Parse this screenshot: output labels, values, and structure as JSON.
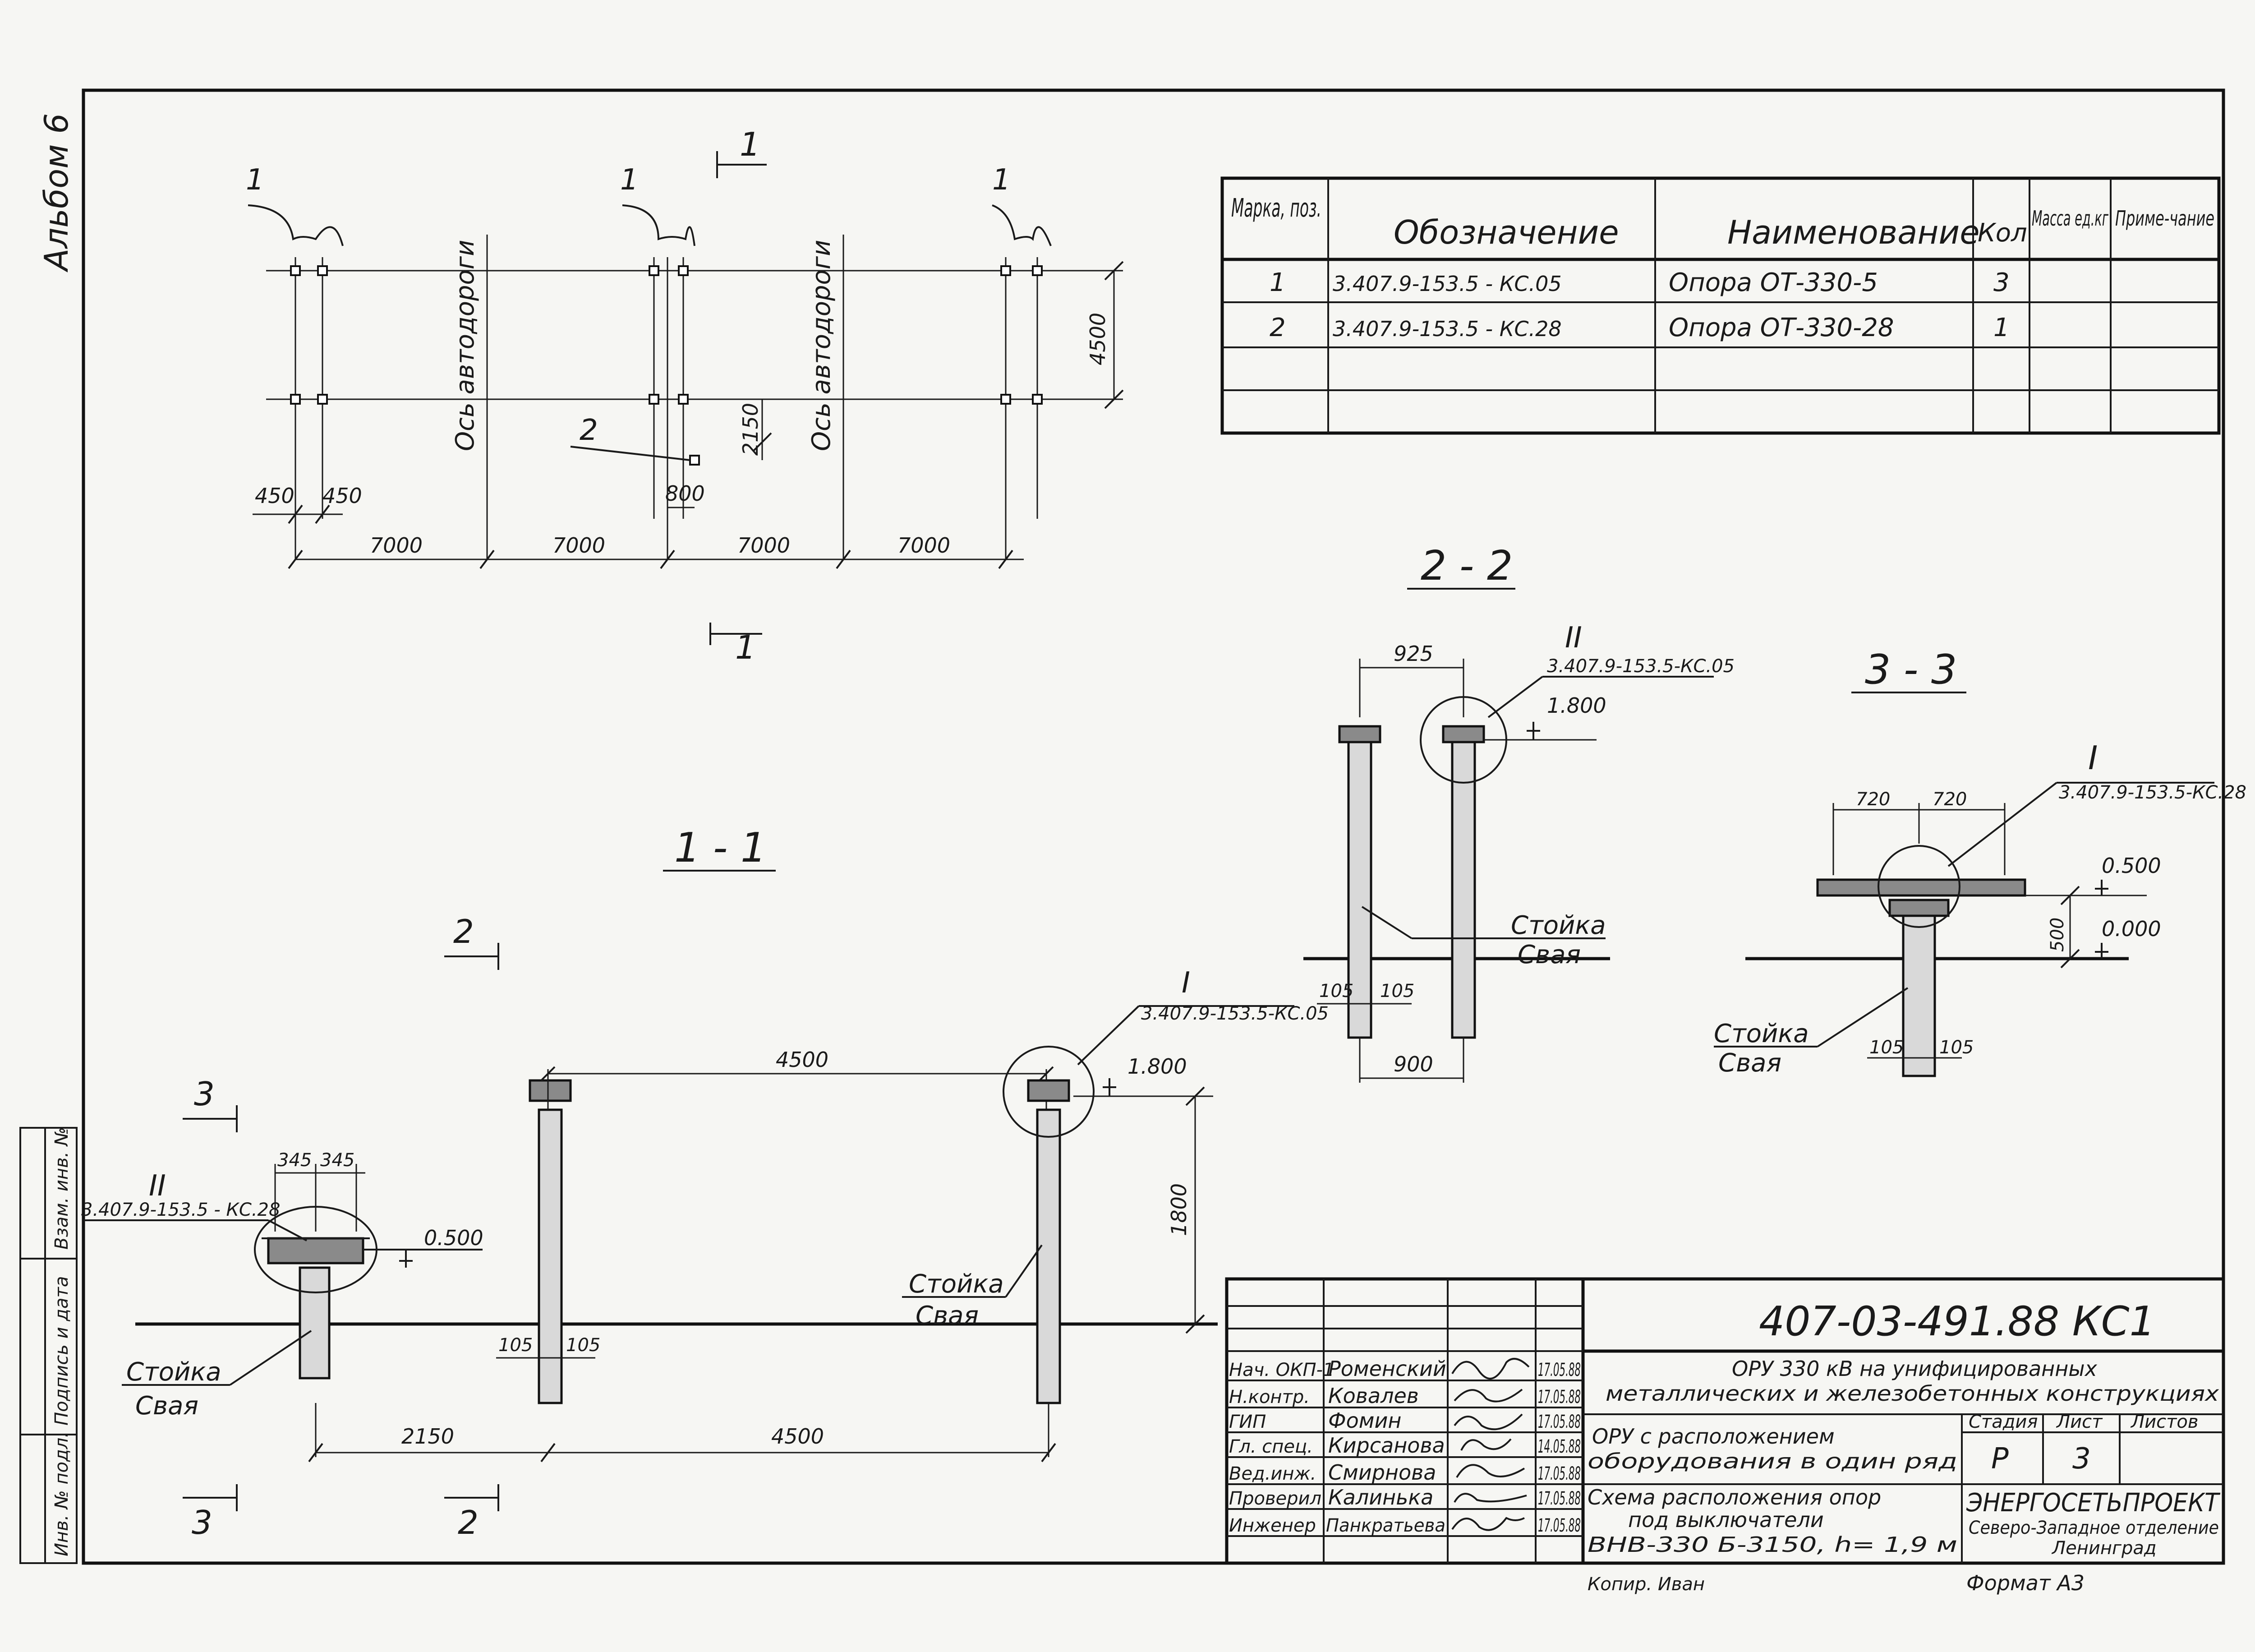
{
  "album": "Альбом 6",
  "plan": {
    "mark": "1",
    "axis_label_1": "Ось автодороги",
    "axis_label_2": "Ось автодороги",
    "dim_4500": "4500",
    "dim_2150": "2150",
    "dim_800": "800",
    "dim_450_left": "450",
    "dim_450_right": "450",
    "dim_7000_1": "7000",
    "dim_7000_2": "7000",
    "dim_7000_3": "7000",
    "dim_7000_4": "7000",
    "section_mark": "1",
    "pos_2": "2"
  },
  "spec_table": {
    "headers": [
      "Марка, поз.",
      "Обозначение",
      "Наименование",
      "Кол",
      "Масса ед.кг",
      "Приме-чание"
    ],
    "rows": [
      [
        "1",
        "3.407.9-153.5 - КС.05",
        "Опора   ОТ-330-5",
        "3",
        "",
        ""
      ],
      [
        "2",
        "3.407.9-153.5 - КС.28",
        "Опора   ОТ-330-28",
        "1",
        "",
        ""
      ],
      [
        "",
        "",
        "",
        "",
        "",
        ""
      ],
      [
        "",
        "",
        "",
        "",
        "",
        ""
      ]
    ]
  },
  "section_1_1": {
    "title": "1 - 1",
    "dim_4500_top": "4500",
    "dim_2150": "2150",
    "dim_4500_bottom": "4500",
    "dim_345_a": "345",
    "dim_345_b": "345",
    "dim_105_a": "105",
    "dim_105_b": "105",
    "dim_1800": "1800",
    "level_1800": "1.800",
    "level_0500": "0.500",
    "node_I": "I",
    "node_I_ref": "3.407.9-153.5-КС.05",
    "node_II": "II",
    "node_II_ref": "3.407.9-153.5 - КС.28",
    "label_stoika_1": "Стойка",
    "label_svaya_1": "Свая",
    "label_stoika_2": "Стойка",
    "label_svaya_2": "Свая",
    "cut_2_top": "2",
    "cut_3_top": "3",
    "cut_3_bottom": "3",
    "cut_2_bottom": "2"
  },
  "section_2_2": {
    "title": "2 - 2",
    "dim_925": "925",
    "dim_900": "900",
    "dim_105_a": "105",
    "dim_105_b": "105",
    "level_1800": "1.800",
    "node_II": "II",
    "node_ref": "3.407.9-153.5-КС.05",
    "label_stoika": "Стойка",
    "label_svaya": "Свая"
  },
  "section_3_3": {
    "title": "3 - 3",
    "dim_720_a": "720",
    "dim_720_b": "720",
    "dim_500": "500",
    "dim_105_a": "105",
    "dim_105_b": "105",
    "level_0500": "0.500",
    "level_0000": "0.000",
    "node_I": "I",
    "node_ref": "3.407.9-153.5-КС.28",
    "label_stoika": "Стойка",
    "label_svaya": "Свая"
  },
  "title_block": {
    "doc_code": "407-03-491.88   КС1",
    "project_line1": "ОРУ 330 кВ на унифицированных",
    "project_line2": "металлических и железобетонных конструкциях",
    "sheet_title_1": "ОРУ с расположением",
    "sheet_title_2": "оборудования в один ряд",
    "drawing_title_1": "Схема расположения опор",
    "drawing_title_2": "под выключатели",
    "drawing_title_3": "ВНВ-330 Б-3150,   h= 1,9 м",
    "stage_label": "Стадия",
    "sheet_label": "Лист",
    "sheets_label": "Листов",
    "stage_value": "Р",
    "sheet_value": "3",
    "org_1": "ЭНЕРГОСЕТЬПРОЕКТ",
    "org_2": "Северо-Западное отделение",
    "org_3": "Ленинград",
    "signatures": [
      {
        "role": "Нач. ОКП-1",
        "name": "Роменский",
        "date": "17.05.88"
      },
      {
        "role": "Н.контр.",
        "name": "Ковалев",
        "date": "17.05.88"
      },
      {
        "role": "ГИП",
        "name": "Фомин",
        "date": "17.05.88"
      },
      {
        "role": "Гл. спец.",
        "name": "Кирсанова",
        "date": "14.05.88"
      },
      {
        "role": "Вед.инж.",
        "name": "Смирнова",
        "date": "17.05.88"
      },
      {
        "role": "Проверил",
        "name": "Калинька",
        "date": "17.05.88"
      },
      {
        "role": "Инженер",
        "name": "Панкратьева",
        "date": "17.05.88"
      }
    ],
    "copied": "Копир. Иван",
    "format": "Формат А3"
  },
  "margin_stamp": {
    "inv_orig": "Инв. № подл.",
    "sign_date": "Подпись и дата",
    "inv_replace": "Взам. инв. №"
  }
}
